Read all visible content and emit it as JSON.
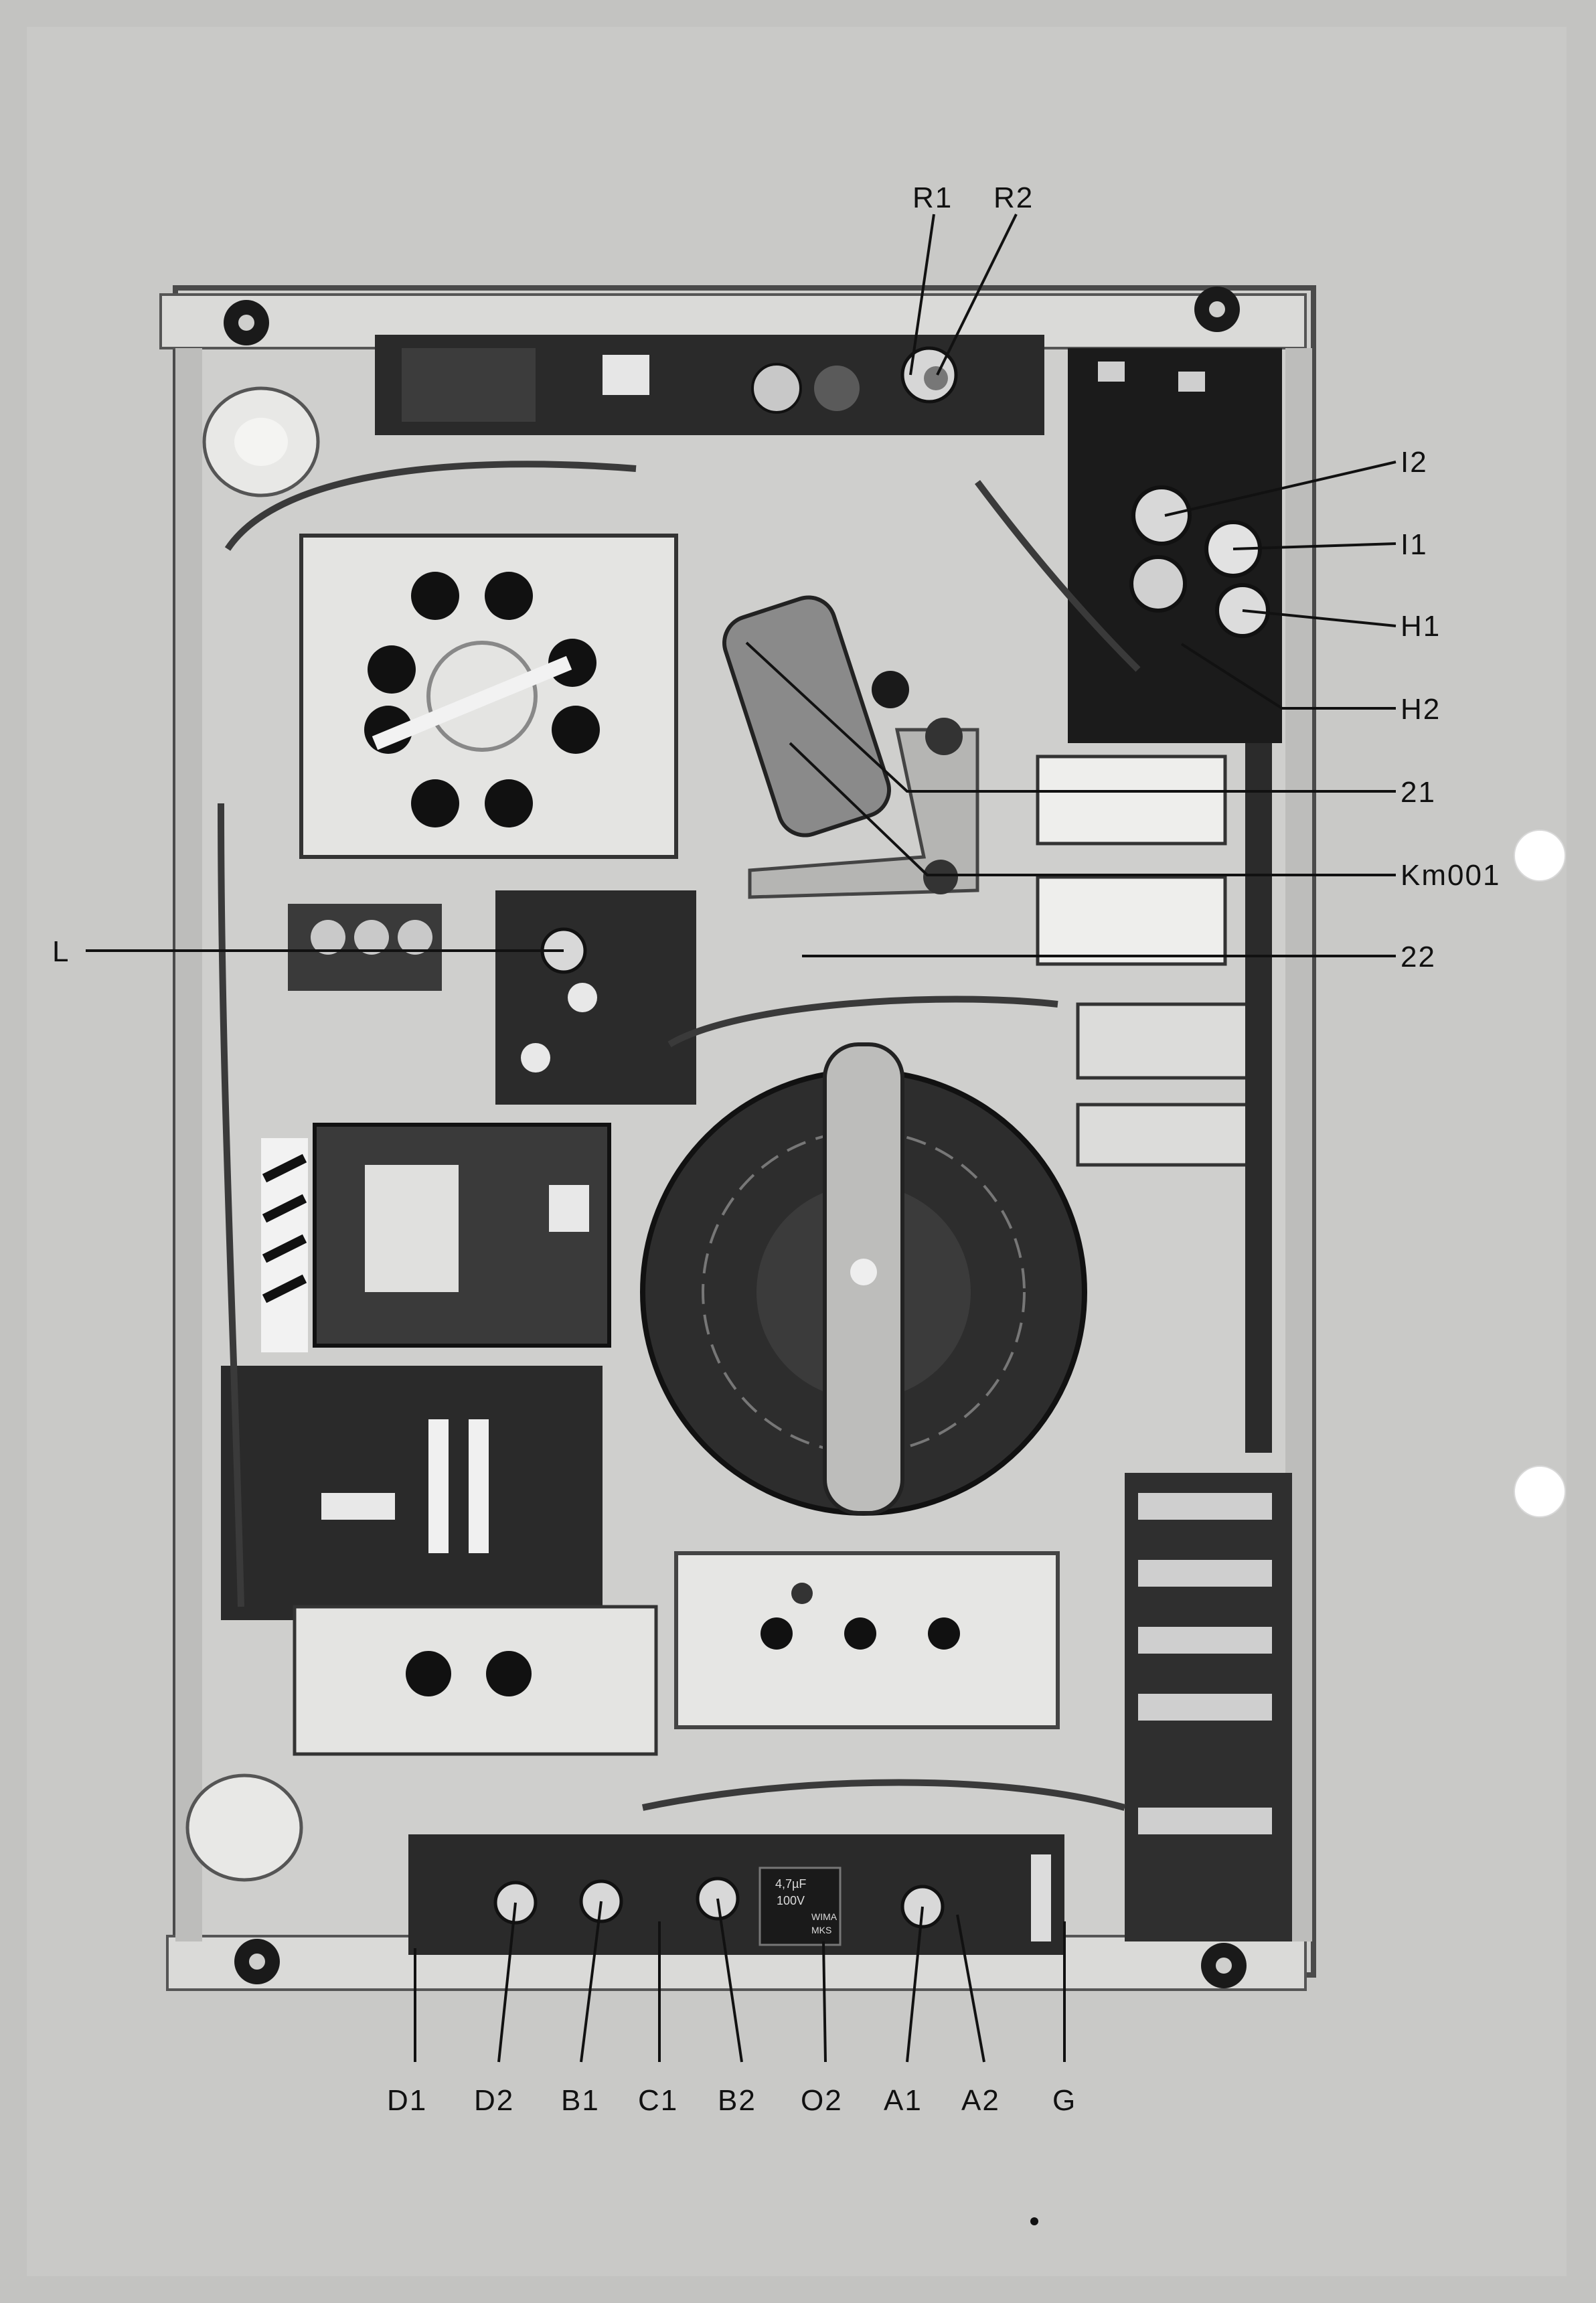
{
  "figure": {
    "description_labels": {
      "top": [
        "R1",
        "R2"
      ],
      "right": [
        "I2",
        "I1",
        "H1",
        "H2",
        "21",
        "Km001",
        "22"
      ],
      "left": [
        "L"
      ],
      "bottom": [
        "D1",
        "D2",
        "B1",
        "C1",
        "B2",
        "O2",
        "A1",
        "A2",
        "G"
      ]
    }
  },
  "labels": {
    "R1": "R1",
    "R2": "R2",
    "I2": "I2",
    "I1": "I1",
    "H1": "H1",
    "H2": "H2",
    "n21": "21",
    "Km001": "Km001",
    "n22": "22",
    "L": "L",
    "D1": "D1",
    "D2": "D2",
    "B1": "B1",
    "C1": "C1",
    "B2": "B2",
    "O2": "O2",
    "A1": "A1",
    "A2": "A2",
    "G": "G"
  },
  "component_print": {
    "capacitor_value": "4,7µF",
    "capacitor_voltage": "100V",
    "capacitor_brand": "WIMA",
    "capacitor_type": "MKS"
  },
  "colors": {
    "paper": "#c3c3c1",
    "chassis": "#d7d7d5",
    "ink": "#111111"
  }
}
